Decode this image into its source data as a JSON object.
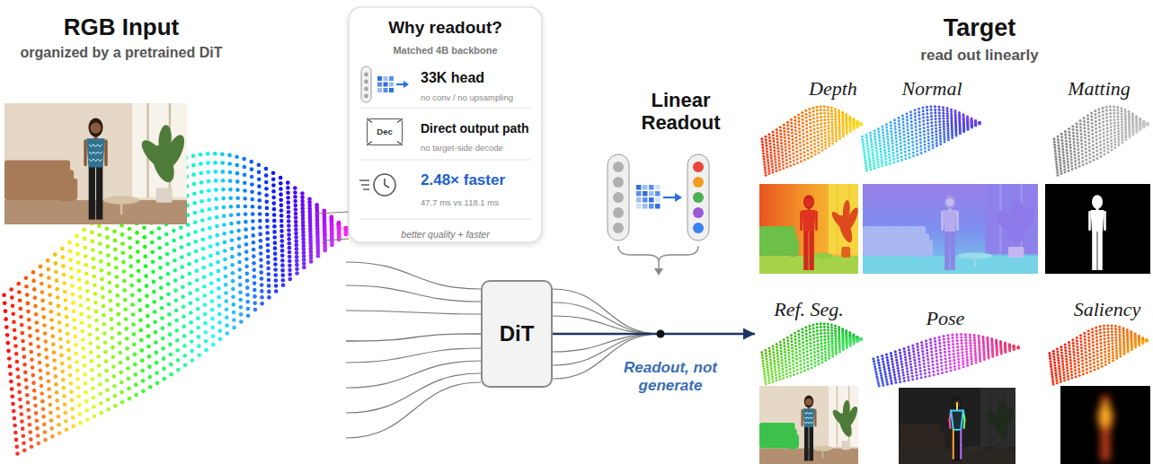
{
  "diagram": {
    "nodes": [
      {
        "text": [
          "RGB Input",
          "organized by a pretrained DiT"
        ]
      },
      {
        "text": [
          "Why readout?",
          "Matched 4B backbone",
          "33K head",
          "no conv / no upsampling",
          "Direct output path",
          "no target-side decode",
          "2.48× faster",
          "47.7 ms vs 118.1 ms",
          "better quality + faster"
        ]
      },
      {
        "text": [
          "Dec"
        ],
        "in": 1
      },
      {
        "text": [
          "Linear Readout"
        ]
      },
      {
        "text": [
          "DiT"
        ]
      },
      {
        "text": [
          "Target",
          "read out linearly"
        ]
      },
      {
        "text": [
          "Depth"
        ],
        "in": 5
      },
      {
        "text": [
          "Normal"
        ],
        "in": 5
      },
      {
        "text": [
          "Matting"
        ],
        "in": 5
      },
      {
        "text": [
          "Ref. Seg."
        ],
        "in": 5
      },
      {
        "text": [
          "Pose"
        ],
        "in": 5
      },
      {
        "text": [
          "Saliency"
        ],
        "in": 5
      }
    ],
    "edges": [
      {
        "from": 0,
        "to": 4,
        "arrow": "none"
      },
      {
        "from": 4,
        "to": 5,
        "arrow": "to",
        "label": "Readout, not generate"
      }
    ]
  }
}
